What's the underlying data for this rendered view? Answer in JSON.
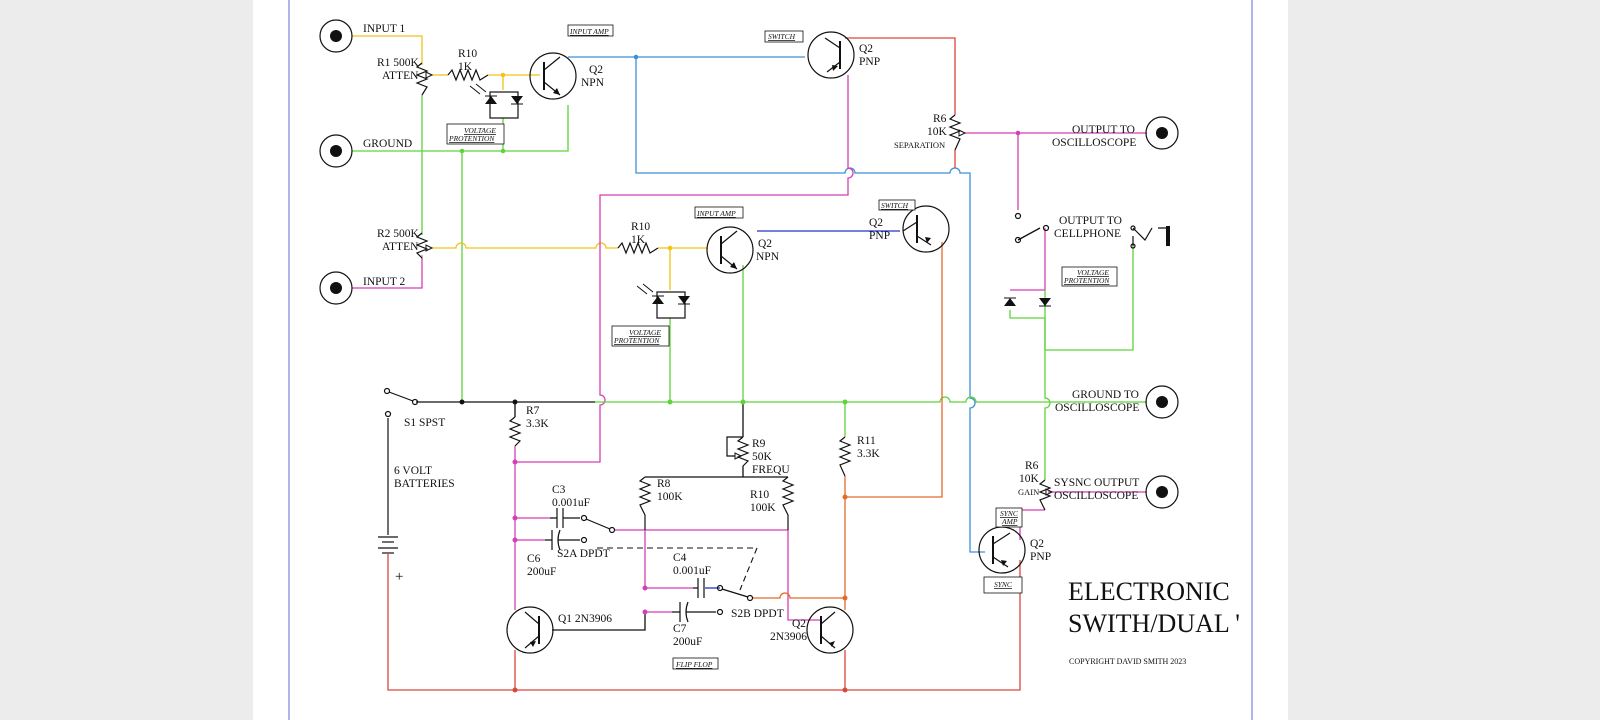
{
  "labels": {
    "input1": "INPUT 1",
    "ground": "GROUND",
    "input2": "INPUT 2",
    "r1_a": "R1 500K",
    "r1_b": "ATTEN",
    "r2_a": "R2 500K",
    "r2_b": "ATTEN",
    "r10a_a": "R10",
    "r10a_b": "1K",
    "r10b_a": "R10",
    "r10b_b": "1K",
    "input_amp_1": "INPUT AMP",
    "input_amp_2": "INPUT AMP",
    "switch_1": "SWITCH",
    "switch_2": "SWITCH",
    "q2_npn_1a": "Q2",
    "q2_npn_1b": "NPN",
    "q2_npn_2a": "Q2",
    "q2_npn_2b": "NPN",
    "q2_pnp_1a": "Q2",
    "q2_pnp_1b": "PNP",
    "q2_pnp_2a": "Q2",
    "q2_pnp_2b": "PNP",
    "q2_pnp_3a": "Q2",
    "q2_pnp_3b": "PNP",
    "vp_1a": "VOLTAGE",
    "vp_1b": "PROTENTION",
    "vp_2a": "VOLTAGE",
    "vp_2b": "PROTENTION",
    "vp_3a": "VOLTAGE",
    "vp_3b": "PROTENTION",
    "r6_a": "R6",
    "r6_b": "10K",
    "r6_c": "SEPARATION",
    "out_osc_a": "OUTPUT TO",
    "out_osc_b": "OSCILLOSCOPE",
    "out_cell_a": "OUTPUT TO",
    "out_cell_b": "CELLPHONE",
    "gnd_osc_a": "GROUND TO",
    "gnd_osc_b": "OSCILLOSCOPE",
    "sync_out_a": "SYSNC OUTPUT",
    "sync_out_b": "OSCILLOSCOPE",
    "r6g_a": "R6",
    "r6g_b": "10K",
    "r6g_c": "GAIN",
    "sync_amp_a": "SYNC",
    "sync_amp_b": "AMP",
    "sync": "SYNC",
    "s1": "S1  SPST",
    "batt_a": "6 VOLT",
    "batt_b": "BATTERIES",
    "plus": "+",
    "r7_a": "R7",
    "r7_b": "3.3K",
    "r9_a": "R9",
    "r9_b": "50K",
    "r9_c": "FREQU",
    "r11_a": "R11",
    "r11_b": "3.3K",
    "r8_a": "R8",
    "r8_b": "100K",
    "r10c_a": "R10",
    "r10c_b": "100K",
    "c3_a": "C3",
    "c3_b": "0.001uF",
    "c6_a": "C6",
    "c6_b": "200uF",
    "s2a": "S2A DPDT",
    "c4_a": "C4",
    "c4_b": "0.001uF",
    "c7_a": "C7",
    "c7_b": "200uF",
    "s2b": "S2B DPDT",
    "q1": "Q1 2N3906",
    "q2_bot_a": "Q2",
    "q2_bot_b": "2N3906",
    "flipflop": "FLIP FLOP",
    "title_1": "ELECTRONIC",
    "title_2": "SWITH/DUAL '",
    "copyright": "COPYRIGHT DAVID SMITH 2023"
  },
  "colors": {
    "signal_input": "#f2c418",
    "ground": "#5fd33a",
    "output": "#d63fb4",
    "switch_control": "#3f8fd6",
    "power": "#d9473f",
    "flipflop": "#e36a2a"
  }
}
